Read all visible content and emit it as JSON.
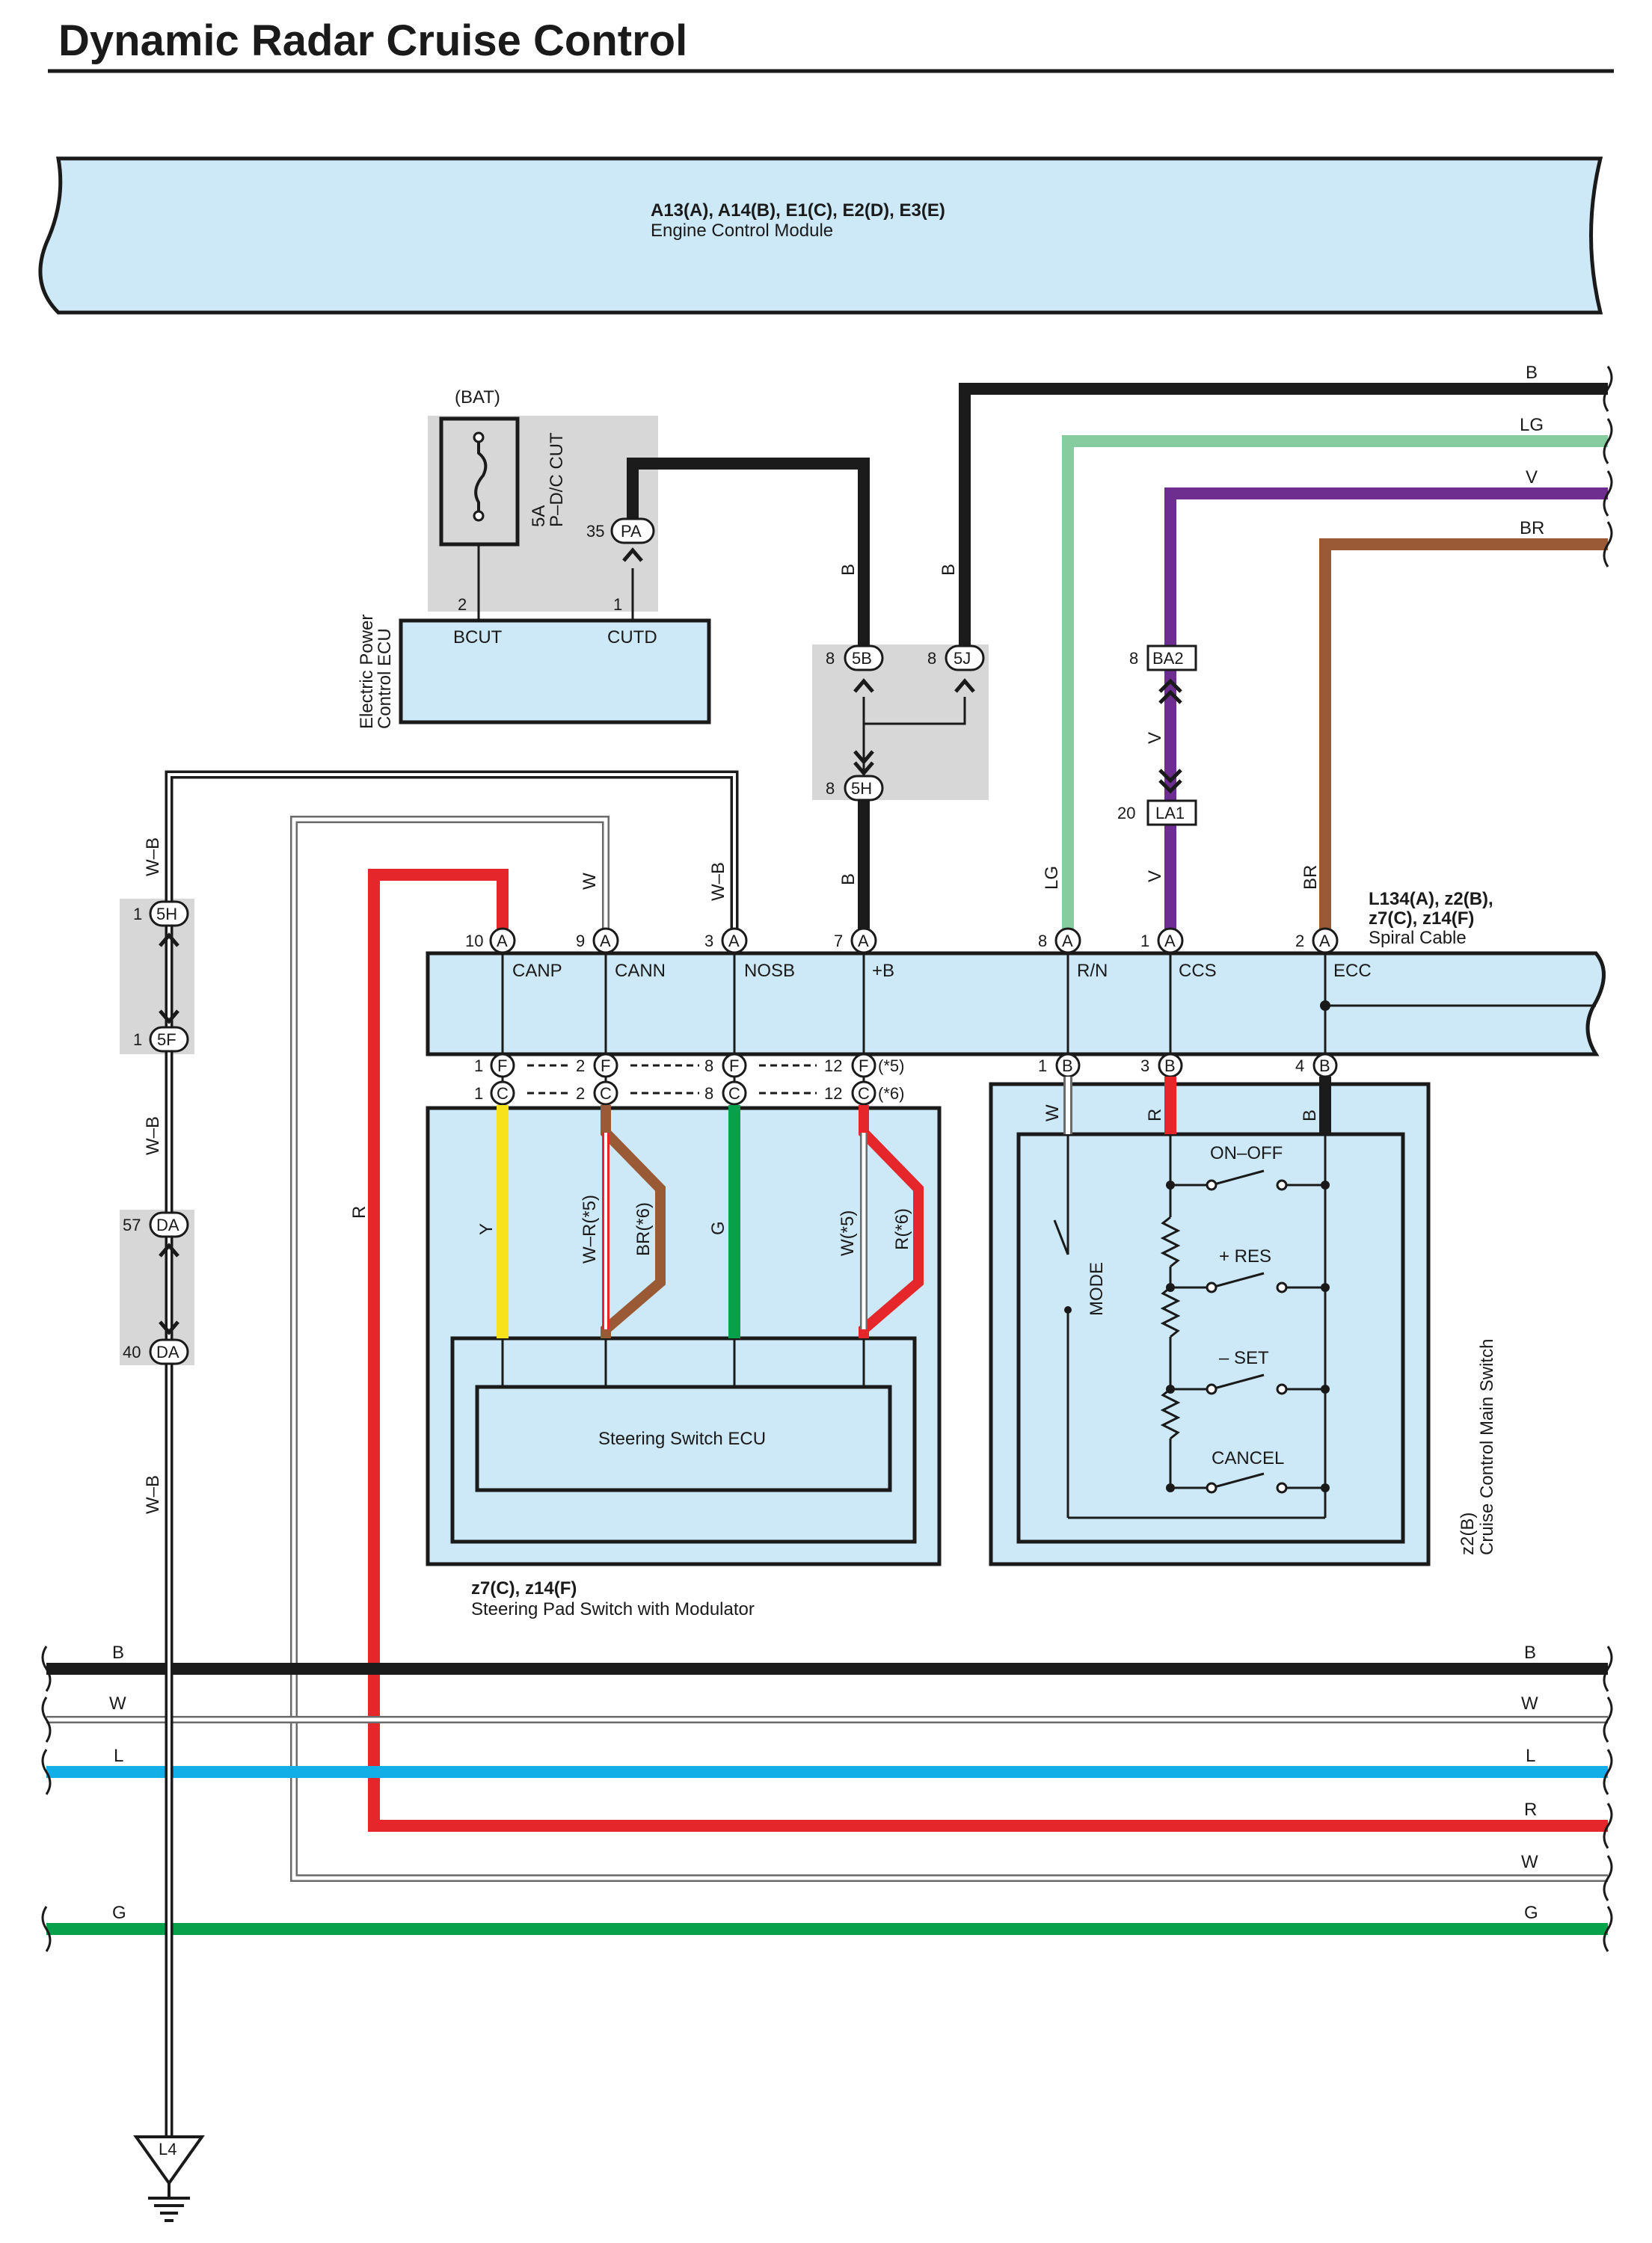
{
  "title": "Dynamic Radar Cruise Control",
  "colors": {
    "B": "#1b1b1b",
    "LG": "#85cc9e",
    "V": "#6e2e90",
    "BR": "#9b5a36",
    "R": "#e5262b",
    "L": "#12aee8",
    "G": "#07a14c",
    "Y": "#f7e21b",
    "W": "#ffffff",
    "box_fill": "#cde9f8",
    "connector_bg": "#d7d7d7"
  },
  "ecm": {
    "connectors": "A13(A), A14(B), E1(C), E2(D), E3(E)",
    "name": "Engine Control Module"
  },
  "bat": "(BAT)",
  "fuse": {
    "amp": "5A",
    "name": "P–D/C CUT"
  },
  "pa": {
    "pin": "35",
    "code": "PA"
  },
  "epc_ecu": {
    "name_line1": "Electric Power",
    "name_line2": "Control ECU",
    "pin_bcut": "2",
    "pin_cutd": "1",
    "term_bcut": "BCUT",
    "term_cutd": "CUTD"
  },
  "j5": {
    "pin_5b": "8",
    "code_5b": "5B",
    "pin_5j": "8",
    "code_5j": "5J",
    "pin_5h": "8",
    "code_5h": "5H"
  },
  "ba2": {
    "pin": "8",
    "code": "BA2"
  },
  "la1": {
    "pin": "20",
    "code": "LA1"
  },
  "left_conn": {
    "pin_5h": "1",
    "code_5h": "5H",
    "pin_5f": "1",
    "code_5f": "5F",
    "pin_da1": "57",
    "code_da1": "DA",
    "pin_da2": "40",
    "code_da2": "DA"
  },
  "ground": "L4",
  "spiral": {
    "conn_line1": "L134(A), z2(B),",
    "conn_line2": "z7(C), z14(F)",
    "name": "Spiral Cable",
    "terminals": [
      {
        "pin": "10",
        "conn": "A",
        "name": "CANP"
      },
      {
        "pin": "9",
        "conn": "A",
        "name": "CANN"
      },
      {
        "pin": "3",
        "conn": "A",
        "name": "NOSB"
      },
      {
        "pin": "7",
        "conn": "A",
        "name": "+B"
      },
      {
        "pin": "8",
        "conn": "A",
        "name": "R/N"
      },
      {
        "pin": "1",
        "conn": "A",
        "name": "CCS"
      },
      {
        "pin": "2",
        "conn": "A",
        "name": "ECC"
      }
    ],
    "row_f": [
      {
        "pin": "1",
        "conn": "F"
      },
      {
        "pin": "2",
        "conn": "F"
      },
      {
        "pin": "8",
        "conn": "F"
      },
      {
        "pin": "12",
        "conn": "F"
      }
    ],
    "row_c": [
      {
        "pin": "1",
        "conn": "C"
      },
      {
        "pin": "2",
        "conn": "C"
      },
      {
        "pin": "8",
        "conn": "C"
      },
      {
        "pin": "12",
        "conn": "C"
      }
    ],
    "note_f": "(*5)",
    "note_c": "(*6)",
    "row_b": [
      {
        "pin": "1",
        "conn": "B"
      },
      {
        "pin": "3",
        "conn": "B"
      },
      {
        "pin": "4",
        "conn": "B"
      }
    ]
  },
  "steering": {
    "ecu_name": "Steering Switch ECU",
    "conn": "z7(C), z14(F)",
    "name": "Steering Pad Switch with Modulator"
  },
  "main_switch": {
    "conn": "z2(B)",
    "name": "Cruise Control Main Switch",
    "on_off": "ON–OFF",
    "res": "+ RES",
    "set": "– SET",
    "cancel": "CANCEL",
    "mode": "MODE"
  },
  "wire_labels": {
    "b_right": "B",
    "lg_right": "LG",
    "v_right": "V",
    "br_right": "BR",
    "b_pa": "B",
    "b_5j": "B",
    "v_mid": "V",
    "b_lower": "B",
    "lg_lower": "LG",
    "v_lower": "V",
    "br_lower": "BR",
    "w_left": "W",
    "wb_left": "W–B",
    "wb_top": "W–B",
    "wb_mid": "W–B",
    "wb_bot": "W–B",
    "r_left": "R",
    "y": "Y",
    "wr": "W–R(*5)",
    "br6": "BR(*6)",
    "g": "G",
    "w5": "W(*5)",
    "r6": "R(*6)",
    "sw_w": "W",
    "sw_r": "R",
    "sw_b": "B"
  },
  "bus": {
    "b_l": "B",
    "b_r": "B",
    "w1_l": "W",
    "w1_r": "W",
    "l_l": "L",
    "l_r": "L",
    "r_r": "R",
    "w2_r": "W",
    "g_l": "G",
    "g_r": "G"
  }
}
